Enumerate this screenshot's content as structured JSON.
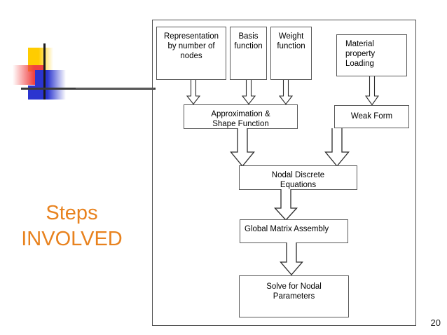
{
  "slide": {
    "page_number": "20",
    "title_line_1": "Steps",
    "title_line_2": "INVOLVED",
    "title_color": "#e8821e"
  },
  "diagram": {
    "type": "flowchart",
    "boxes": [
      {
        "id": "representation",
        "label": "Representation by number of nodes",
        "row": 1
      },
      {
        "id": "basis",
        "label": "Basis function",
        "row": 1
      },
      {
        "id": "weight",
        "label": "Weight function",
        "row": 1
      },
      {
        "id": "material",
        "label": "Material property Loading",
        "row": 1
      },
      {
        "id": "approximation",
        "label": "Approximation & Shape Function",
        "row": 2
      },
      {
        "id": "weakform",
        "label": "Weak Form",
        "row": 2
      },
      {
        "id": "nodal",
        "label": "Nodal Discrete Equations",
        "row": 3
      },
      {
        "id": "global",
        "label": "Global Matrix Assembly",
        "row": 4
      },
      {
        "id": "solve",
        "label": "Solve for Nodal Parameters",
        "row": 5
      }
    ],
    "box_text": {
      "representation_l1": "Representation",
      "representation_l2": "by number of",
      "representation_l3": "nodes",
      "basis_l1": "Basis",
      "basis_l2": "function",
      "weight_l1": "Weight",
      "weight_l2": "function",
      "material_l1": "Material",
      "material_l2": "property",
      "material_l3": "Loading",
      "approximation_l1": "Approximation &",
      "approximation_l2": "Shape Function",
      "weakform_l1": "Weak Form",
      "nodal_l1": "Nodal Discrete",
      "nodal_l2": "Equations",
      "global_l1": "Global Matrix Assembly",
      "solve_l1": "Solve for Nodal",
      "solve_l2": "Parameters"
    },
    "arrows": [
      {
        "from": "representation",
        "to": "approximation",
        "direction": "down"
      },
      {
        "from": "basis",
        "to": "approximation",
        "direction": "down"
      },
      {
        "from": "weight",
        "to": "approximation",
        "direction": "down"
      },
      {
        "from": "material",
        "to": "weakform",
        "direction": "down"
      },
      {
        "from": "approximation",
        "to": "nodal",
        "direction": "down"
      },
      {
        "from": "weakform",
        "to": "nodal",
        "direction": "down"
      },
      {
        "from": "nodal",
        "to": "global",
        "direction": "down"
      },
      {
        "from": "global",
        "to": "solve",
        "direction": "down"
      }
    ],
    "border_color": "#595959"
  },
  "logo": {
    "name": "decorative-squares-logo",
    "yellow": "#ffcc00",
    "red": "#f04040",
    "blue": "#2b35cf",
    "line": "#1a1a1a"
  }
}
